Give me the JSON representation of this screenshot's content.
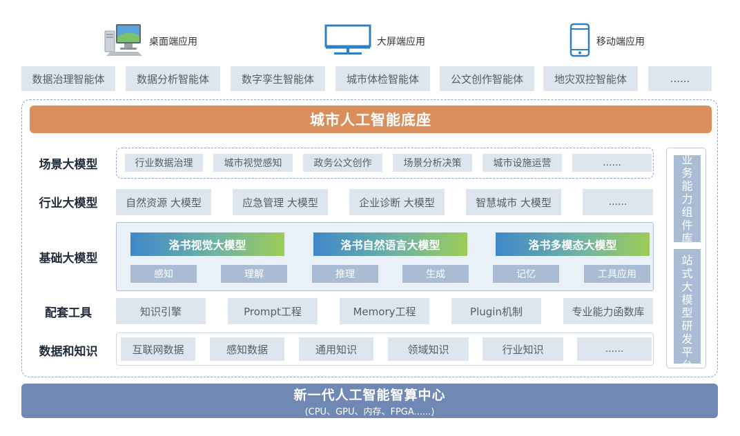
{
  "devices": [
    {
      "label": "桌面端应用",
      "icon": "desktop-computer-icon"
    },
    {
      "label": "大屏端应用",
      "icon": "monitor-icon"
    },
    {
      "label": "移动端应用",
      "icon": "mobile-phone-icon"
    }
  ],
  "agents": [
    "数据治理智能体",
    "数据分析智能体",
    "数字孪生智能体",
    "城市体检智能体",
    "公文创作智能体",
    "地灾双控智能体",
    "......"
  ],
  "banner": "城市人工智能底座",
  "rows": {
    "scene": {
      "label": "场景大模型",
      "items": [
        "行业数据治理",
        "城市视觉感知",
        "政务公文创作",
        "场景分析决策",
        "城市设施运营",
        "......"
      ]
    },
    "industry": {
      "label": "行业大模型",
      "items": [
        "自然资源 大模型",
        "应急管理 大模型",
        "企业诊断 大模型",
        "智慧城市 大模型",
        "......"
      ]
    },
    "base": {
      "label": "基础大模型",
      "models": [
        {
          "name": "洛书视觉大模型",
          "subs": [
            "感知",
            "理解"
          ]
        },
        {
          "name": "洛书自然语言大模型",
          "subs": [
            "推理",
            "生成"
          ]
        },
        {
          "name": "洛书多模态大模型",
          "subs": [
            "记忆",
            "工具应用"
          ]
        }
      ]
    },
    "tools": {
      "label": "配套工具",
      "items": [
        "知识引擎",
        "Prompt工程",
        "Memory工程",
        "Plugin机制",
        "专业能力函数库"
      ]
    },
    "data": {
      "label": "数据和知识",
      "items": [
        "互联网数据",
        "感知数据",
        "通用知识",
        "领域知识",
        "行业知识",
        "......"
      ]
    }
  },
  "side": {
    "top": "业务能力组件库",
    "bottom": "一站式大模型研发平台"
  },
  "bottom": {
    "title": "新一代人工智能智算中心",
    "subtitle": "(CPU、GPU、内存、FPGA......)"
  },
  "colors": {
    "banner": "#d98e5c",
    "box": "#dde5ef",
    "sub_box": "#a9bcd4",
    "bottom_bar": "#6f88b4",
    "frame": "#8aa4c6"
  }
}
